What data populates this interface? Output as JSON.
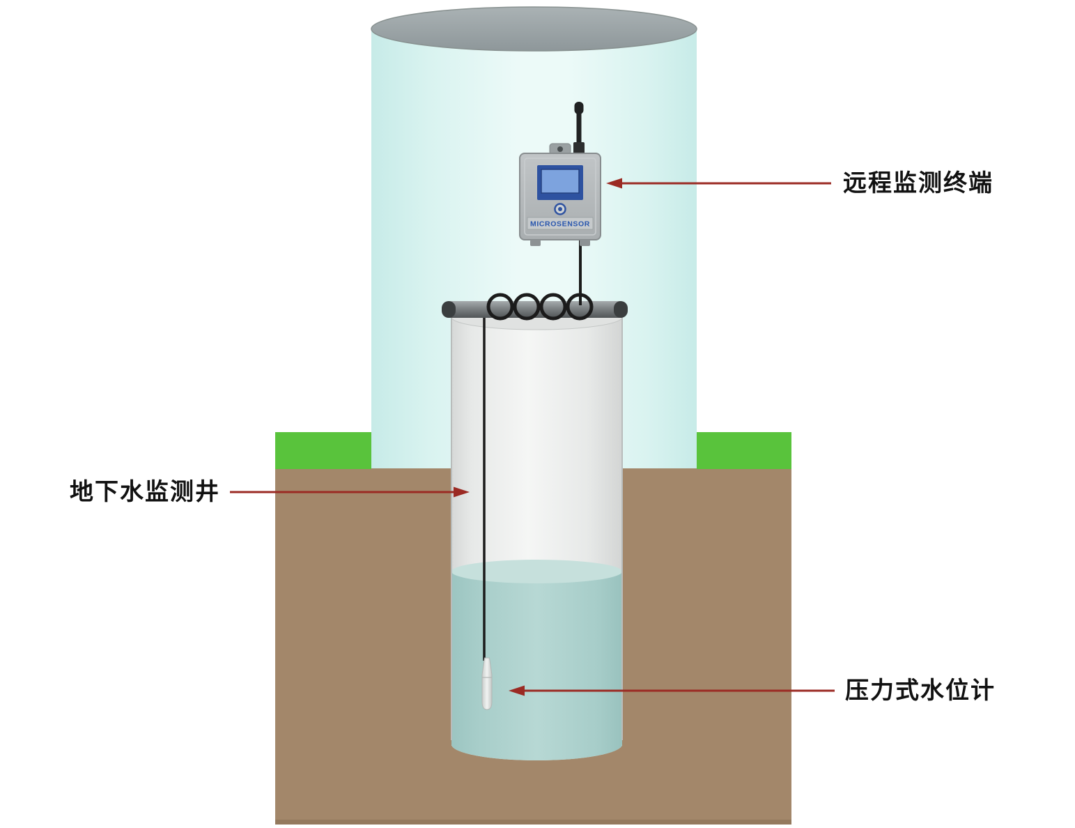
{
  "labels": {
    "terminal": "远程监测终端",
    "well": "地下水监测井",
    "sensor": "压力式水位计"
  },
  "device": {
    "brand": "MICROSENSOR"
  },
  "colors": {
    "arrow": "#9b2a23",
    "enclosure": "#d9f3f0",
    "enclosure_cap": "#9ba4a6",
    "grass": "#59c33c",
    "soil": "#a3876a",
    "well_wall": "#ededed",
    "water": "#abd0cc",
    "device_body": "#b5babc",
    "screen_blue": "#2e52a0",
    "brand_text": "#2856ae",
    "cable": "#1b1b1b"
  }
}
